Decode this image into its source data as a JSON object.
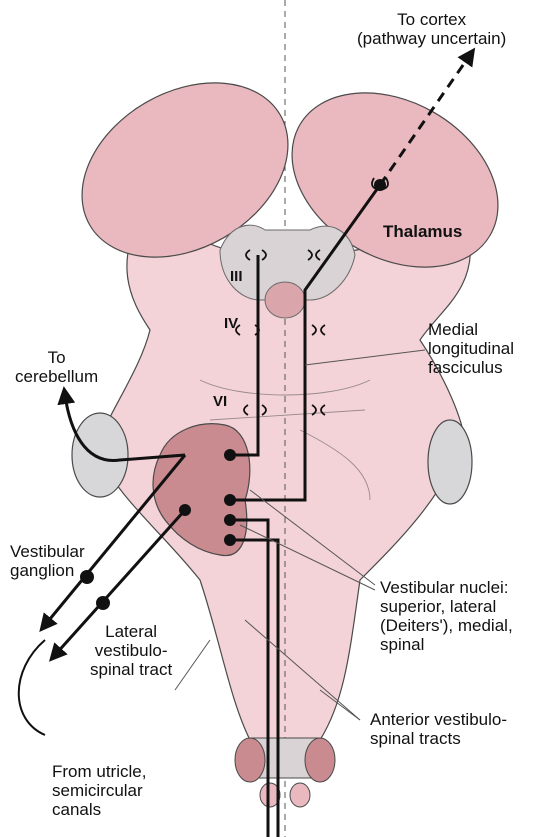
{
  "labels": {
    "to_cortex": [
      "To cortex",
      "(pathway uncertain)"
    ],
    "thalamus": "Thalamus",
    "mlf": [
      "Medial",
      "longitudinal",
      "fasciculus"
    ],
    "to_cerebellum": [
      "To",
      "cerebellum"
    ],
    "vestibular_ganglion": [
      "Vestibular",
      "ganglion"
    ],
    "vestibular_nuclei": [
      "Vestibular nuclei:",
      "superior, lateral",
      "(Deiters'), medial,",
      "spinal"
    ],
    "lateral_tract": [
      "Lateral",
      "vestibulo-",
      "spinal tract"
    ],
    "anterior_tracts": [
      "Anterior vestibulo-",
      "spinal tracts"
    ],
    "from_utricle": [
      "From utricle,",
      "semicircular",
      "canals"
    ]
  },
  "nuclei": {
    "III": "III",
    "IV": "IV",
    "VI": "VI"
  },
  "colors": {
    "brainstem": "#f3d3d7",
    "thalamus": "#e9b9bf",
    "nucleus": "#c98b90",
    "lateral_pad": "#d7d7d9",
    "pathway": "#111111"
  }
}
